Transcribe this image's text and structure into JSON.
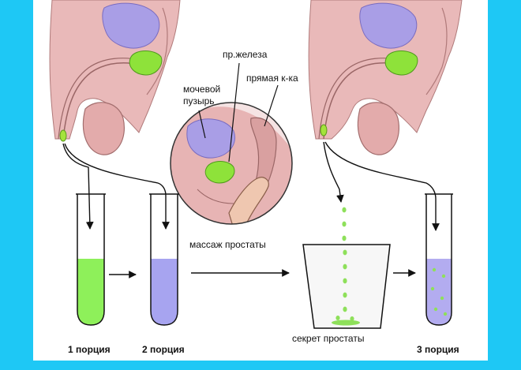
{
  "labels": {
    "gland": "пр.железа",
    "rectum": "прямая к-ка",
    "bladder_line1": "мочевой",
    "bladder_line2": "пузырь",
    "massage": "массаж простаты",
    "secretion": "секрет простаты",
    "portion1": "1 порция",
    "portion2": "2 порция",
    "portion3": "3 порция"
  },
  "colors": {
    "background": "#1ec8f5",
    "anatomy": "#e9b9b9",
    "anatomy_dark": "#c88e8e",
    "bladder": "#a99ee6",
    "prostate": "#8ee23a",
    "portion1_fluid": "#8ef05a",
    "portion2_fluid": "#a7a4f0",
    "portion3_fluid": "#b3acf0",
    "secretion_drops": "#8ee05a"
  }
}
